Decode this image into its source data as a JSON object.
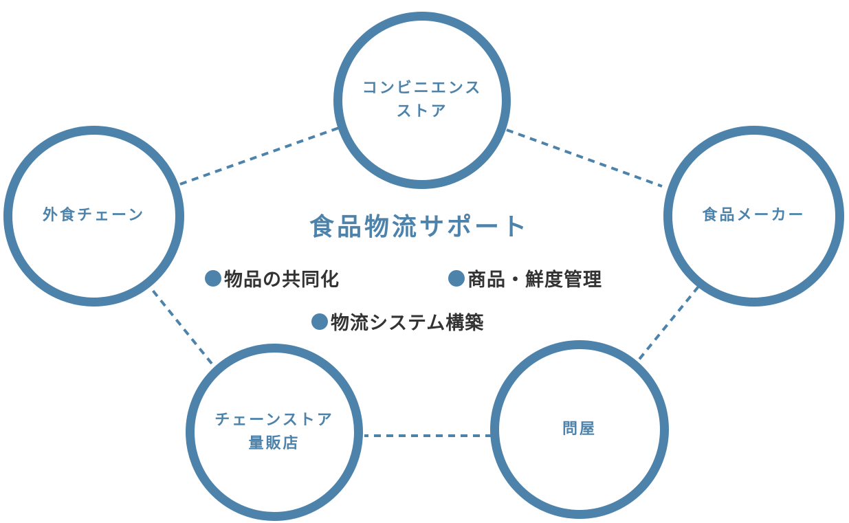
{
  "diagram": {
    "title": "食品物流サポート",
    "accent_color": "#4d83ab",
    "text_color": "#333333",
    "nodes": {
      "convenience": {
        "line1": "コンビニエンス",
        "line2": "ストア"
      },
      "food_chain": {
        "label": "外食チェーン"
      },
      "food_maker": {
        "label": "食品メーカー"
      },
      "chain_store": {
        "line1": "チェーンストア",
        "line2": "量販店"
      },
      "wholesaler": {
        "label": "問屋"
      }
    },
    "features": [
      "物品の共同化",
      "商品・鮮度管理",
      "物流システム構築"
    ]
  }
}
